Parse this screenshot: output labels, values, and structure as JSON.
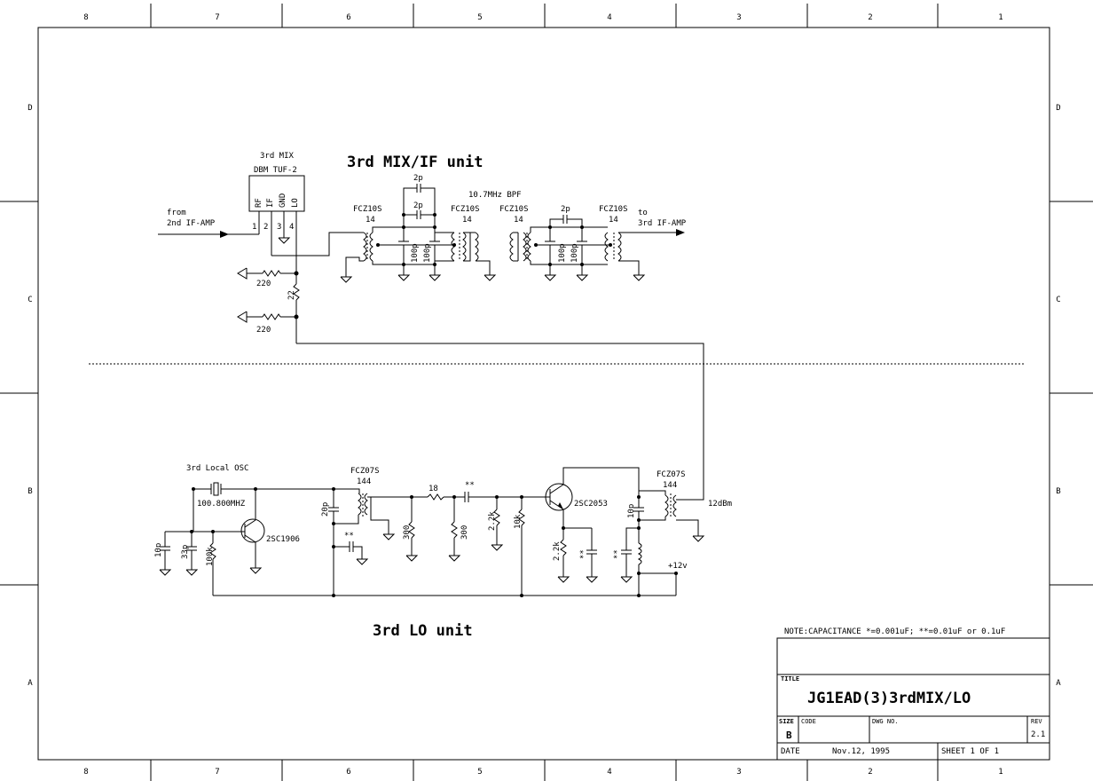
{
  "border": {
    "columns": [
      "8",
      "7",
      "6",
      "5",
      "4",
      "3",
      "2",
      "1"
    ],
    "rows": [
      "D",
      "C",
      "B",
      "A"
    ]
  },
  "headings": {
    "mix_unit": "3rd MIX/IF unit",
    "lo_unit": "3rd LO unit"
  },
  "mixer": {
    "name": "3rd MIX",
    "part": "DBM TUF-2",
    "pins": [
      "RF",
      "IF",
      "GND",
      "LO"
    ],
    "pin_numbers": [
      "1",
      "2",
      "3",
      "4"
    ]
  },
  "io": {
    "input_from": "from",
    "input_source": "2nd IF-AMP",
    "output_to": "to",
    "output_dest": "3rd IF-AMP",
    "lo_level": "12dBm",
    "supply": "+12v"
  },
  "if_section": {
    "bpf_label": "10.7MHz BPF",
    "coils": [
      {
        "name": "FCZ10S",
        "turns": "14"
      },
      {
        "name": "FCZ10S",
        "turns": "14"
      },
      {
        "name": "FCZ10S",
        "turns": "14"
      },
      {
        "name": "FCZ10S",
        "turns": "14"
      }
    ],
    "cap_2p": "2p",
    "cap_100p": "100p",
    "r_220": "220",
    "r_22": "22"
  },
  "lo_section": {
    "osc_label": "3rd Local OSC",
    "crystal": "100.800MHZ",
    "transistor1": "2SC1906",
    "transistor2": "2SC2053",
    "coil1": {
      "name": "FCZ07S",
      "turns": "144"
    },
    "coil2": {
      "name": "FCZ07S",
      "turns": "144"
    },
    "c_10p": "10p",
    "c_33p": "33p",
    "c_20p": "20p",
    "r_100k": "100k",
    "r_18": "18",
    "r_300": "300",
    "r_2k2": "2.2k",
    "r_10k": "10k",
    "cap_star2": "**"
  },
  "title_block": {
    "note": "NOTE:CAPACITANCE *=0.001uF; **=0.01uF or 0.1uF",
    "title_label": "TITLE",
    "title": "JG1EAD(3)3rdMIX/LO",
    "size_label": "SIZE",
    "size": "B",
    "code_label": "CODE",
    "dwg_label": "DWG NO.",
    "rev_label": "REV",
    "rev": "2.1",
    "date_label": "DATE",
    "date": "Nov.12, 1995",
    "sheet": "SHEET 1 OF 1"
  }
}
